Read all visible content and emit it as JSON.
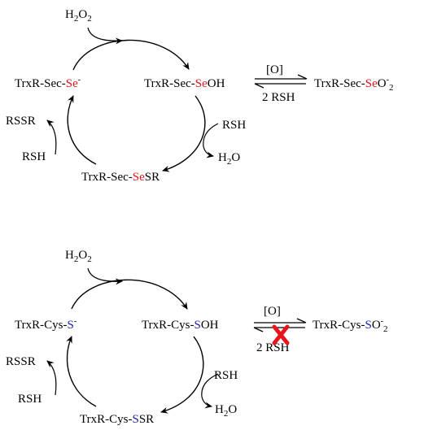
{
  "top": {
    "h2o2": {
      "base": "H",
      "sub1": "2",
      "mid": "O",
      "sub2": "2"
    },
    "left_species": {
      "prefix": "TrxR-Sec-",
      "atom": "Se",
      "charge": "-"
    },
    "right_species": {
      "prefix": "TrxR-Sec-",
      "atom": "Se",
      "suffix": "OH"
    },
    "far_species": {
      "prefix": "TrxR-Sec-",
      "atom": "Se",
      "mid": "O",
      "charge": "-",
      "sub": "2"
    },
    "oxidant_label": "[O]",
    "reductant_label": "2 RSH",
    "rssr": "RSSR",
    "rsh_left": "RSH",
    "rsh_right": "RSH",
    "h2o": {
      "base": "H",
      "sub": "2",
      "end": "O"
    },
    "bottom_species": {
      "prefix": "TrxR-Sec-",
      "atom": "Se",
      "suffix": "SR"
    }
  },
  "bottom": {
    "h2o2": {
      "base": "H",
      "sub1": "2",
      "mid": "O",
      "sub2": "2"
    },
    "left_species": {
      "prefix": "TrxR-Cys-",
      "atom": "S",
      "charge": "-"
    },
    "right_species": {
      "prefix": "TrxR-Cys-",
      "atom": "S",
      "suffix": "OH"
    },
    "far_species": {
      "prefix": "TrxR-Cys-",
      "atom": "S",
      "mid": "O",
      "charge": "-",
      "sub": "2"
    },
    "oxidant_label": "[O]",
    "reductant_label": "2 RSH",
    "rssr": "RSSR",
    "rsh_left": "RSH",
    "rsh_right": "RSH",
    "h2o": {
      "base": "H",
      "sub": "2",
      "end": "O"
    },
    "bottom_species": {
      "prefix": "TrxR-Cys-",
      "atom": "S",
      "suffix": "SR"
    }
  },
  "colors": {
    "selenium": "#e0141b",
    "sulfur": "#1c23b4",
    "blocked_mark": "#e8141b"
  }
}
